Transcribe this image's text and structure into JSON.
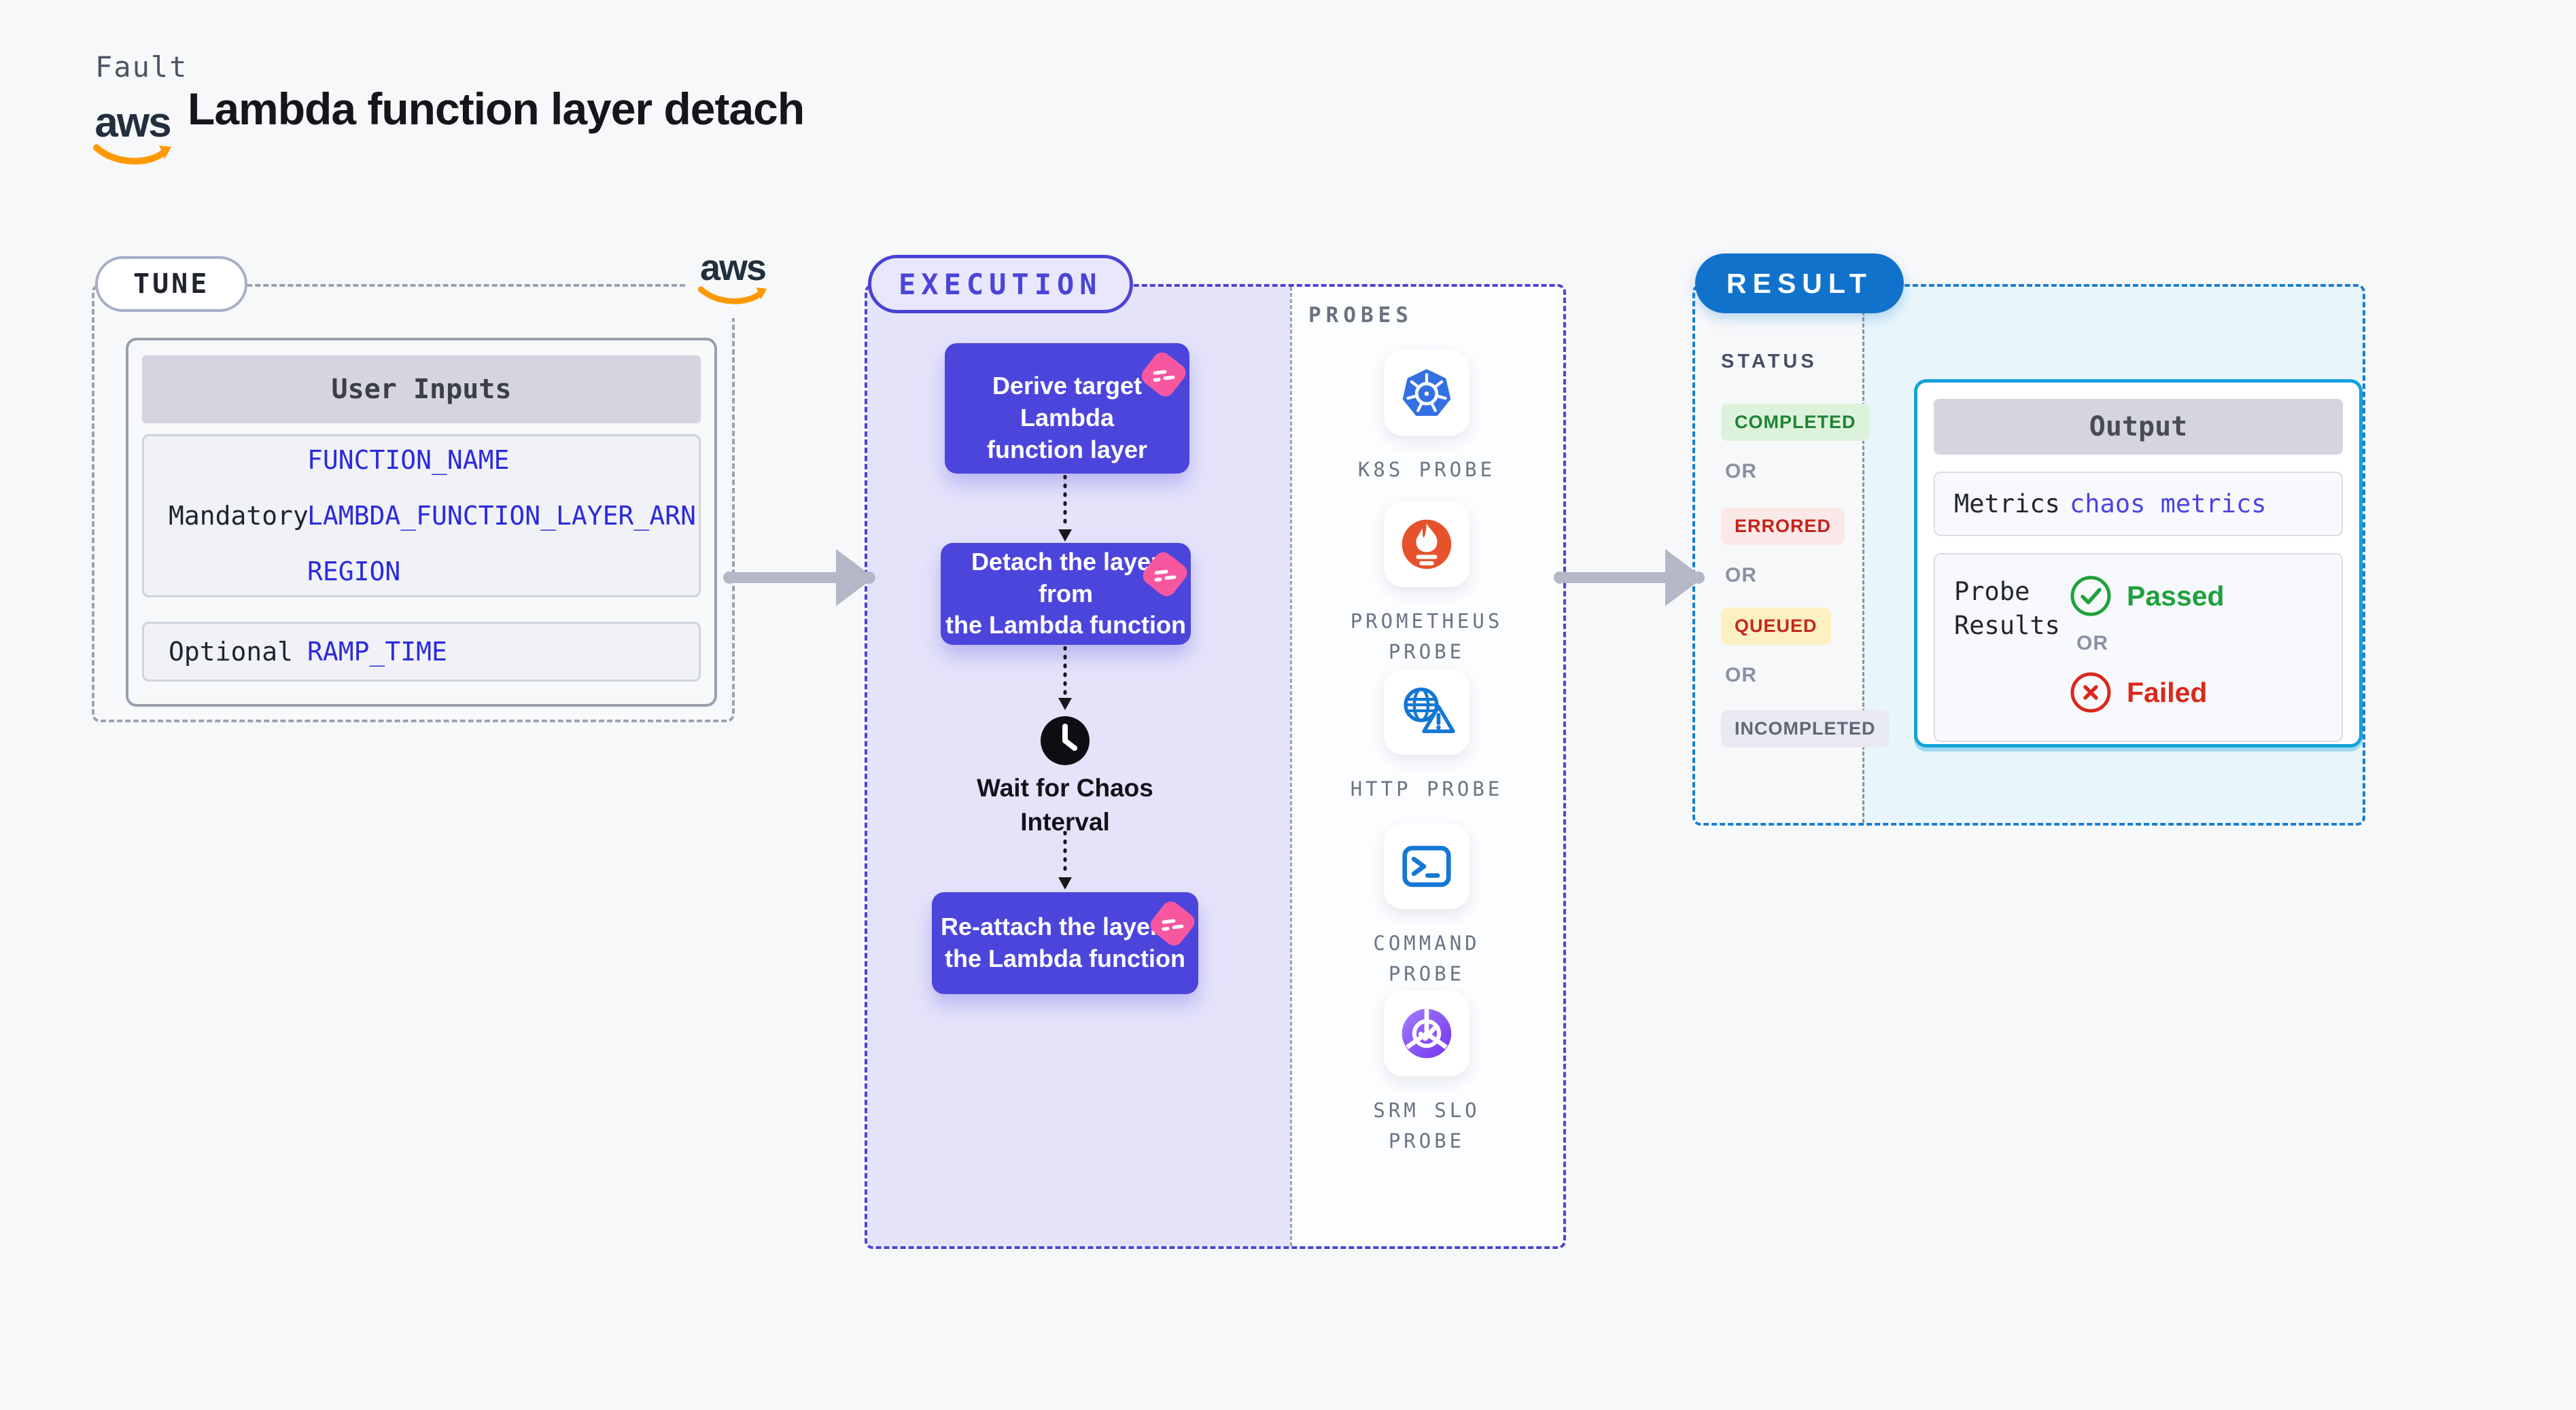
{
  "header": {
    "eyebrow": "Fault",
    "title": "Lambda function layer detach"
  },
  "aws": {
    "label": "aws"
  },
  "tune": {
    "label": "TUNE",
    "table": {
      "header": "User Inputs",
      "mandatory_label": "Mandatory",
      "mandatory_values": [
        "FUNCTION_NAME",
        "LAMBDA_FUNCTION_LAYER_ARN",
        "REGION"
      ],
      "optional_label": "Optional",
      "optional_values": [
        "RAMP_TIME"
      ]
    }
  },
  "execution": {
    "label": "EXECUTION",
    "step1": "Derive target Lambda\nfunction layer",
    "step2": "Detach the layer from\nthe Lambda function",
    "wait": "Wait for Chaos\nInterval",
    "step3": "Re-attach the layer to\nthe Lambda function"
  },
  "probes": {
    "label": "PROBES",
    "items": [
      {
        "label": "K8S PROBE",
        "icon": "kubernetes-icon"
      },
      {
        "label": "PROMETHEUS\nPROBE",
        "icon": "prometheus-icon"
      },
      {
        "label": "HTTP PROBE",
        "icon": "globe-warning-icon"
      },
      {
        "label": "COMMAND\nPROBE",
        "icon": "terminal-icon"
      },
      {
        "label": "SRM SLO\nPROBE",
        "icon": "slo-check-icon"
      }
    ]
  },
  "result": {
    "label": "RESULT",
    "status_label": "STATUS",
    "or": "OR",
    "badges": {
      "completed": "COMPLETED",
      "errored": "ERRORED",
      "queued": "QUEUED",
      "incompleted": "INCOMPLETED"
    },
    "output": {
      "header": "Output",
      "metrics_label": "Metrics",
      "metrics_value": "chaos metrics",
      "probe_results_label": "Probe Results",
      "passed": "Passed",
      "failed": "Failed"
    }
  },
  "colors": {
    "accent_indigo": "#4a44d6",
    "accent_blue": "#1172cc",
    "accent_cyan": "#15a2d9",
    "node_fill": "#4c45dc",
    "aws_orange": "#ff9900",
    "value_blue": "#2c2bdb",
    "passed_green": "#1fa13c",
    "failed_red": "#d9291d",
    "chaos_pink": "#f7579f"
  }
}
